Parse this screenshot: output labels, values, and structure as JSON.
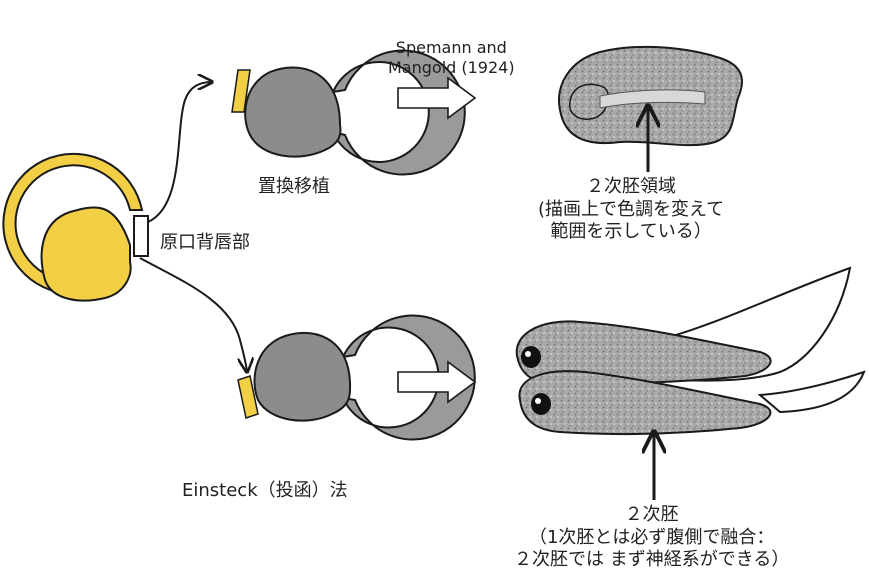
{
  "labels": {
    "spemann_line1": "Spemann and",
    "spemann_line2": "Mangold (1924)",
    "replacement_graft": "置換移植",
    "dorsal_lip": "原口背唇部",
    "einsteck": "Einsteck（投函）法",
    "secondary_region_line1": "２次胚領域",
    "secondary_region_line2": "(描画上で色調を変えて",
    "secondary_region_line3": "範囲を示している）",
    "secondary_embryo_line1": "２次胚",
    "secondary_embryo_line2": "（1次胚とは必ず腹側で融合：",
    "secondary_embryo_line3": "２次胚では まず神経系ができる）"
  },
  "colors": {
    "donor_yellow": "#f2cf45",
    "host_gray": "#8c8c8c",
    "ring_gray": "#9a9a9a",
    "speckle": "#a6a6a6",
    "outline": "#1a1a1a"
  }
}
